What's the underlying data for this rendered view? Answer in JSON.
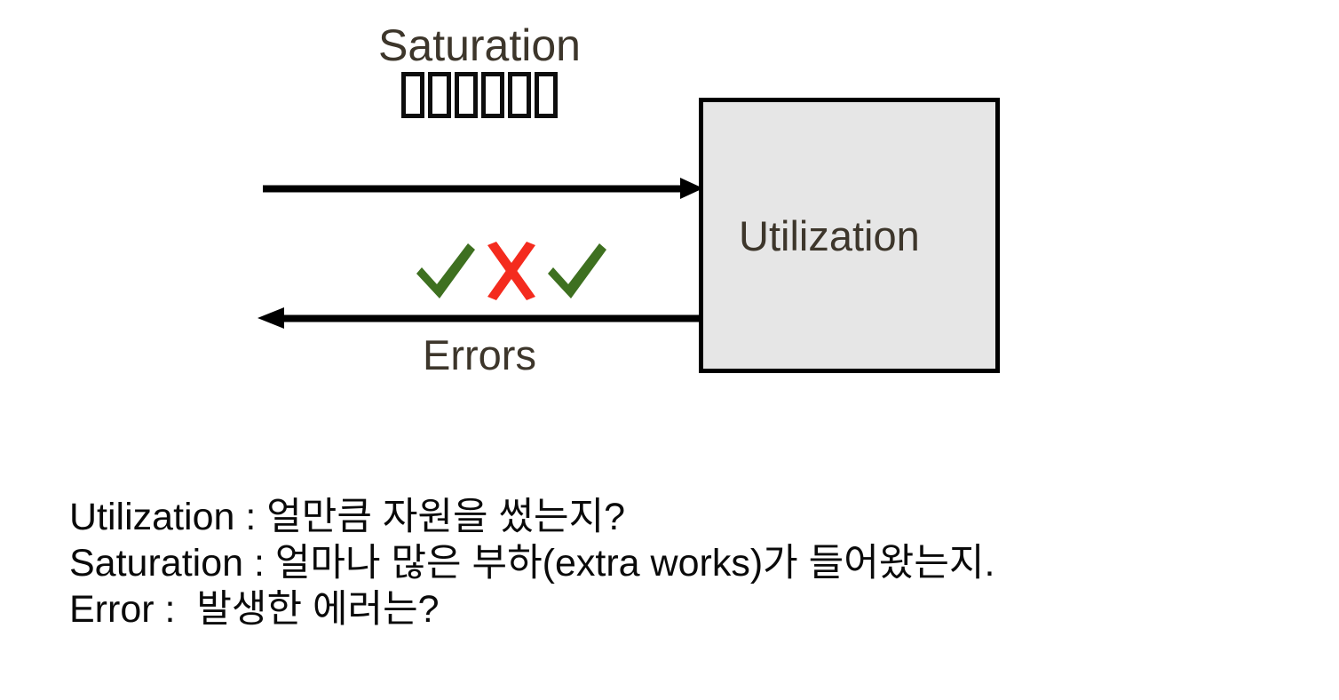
{
  "diagram": {
    "top_flow": {
      "label": "Saturation",
      "sublabel_missing_glyph_count": 6,
      "sublabel_note": "6 unrenderable (tofu) glyph boxes",
      "arrow_direction": "right"
    },
    "bottom_flow": {
      "label": "Errors",
      "arrow_direction": "left"
    },
    "resource_box": {
      "label": "Utilization",
      "fill_color": "#e6e6e6",
      "border_color": "#000000"
    },
    "marks": [
      {
        "kind": "check",
        "symbol": "✓",
        "color": "#3e7020"
      },
      {
        "kind": "cross",
        "symbol": "X",
        "color": "#f42b1e"
      },
      {
        "kind": "check",
        "symbol": "✓",
        "color": "#3e7020"
      }
    ],
    "colors": {
      "heading_text": "#3d362b",
      "body_text": "#0a0a0a",
      "check_green": "#3e7020",
      "cross_red": "#f42b1e",
      "box_fill": "#e6e6e6",
      "stroke_black": "#000000"
    }
  },
  "caption": {
    "lines": [
      "Utilization : 얼만큼 자원을 썼는지?",
      "Saturation : 얼마나 많은 부하(extra works)가 들어왔는지.",
      "Error :  발생한 에러는?"
    ]
  }
}
